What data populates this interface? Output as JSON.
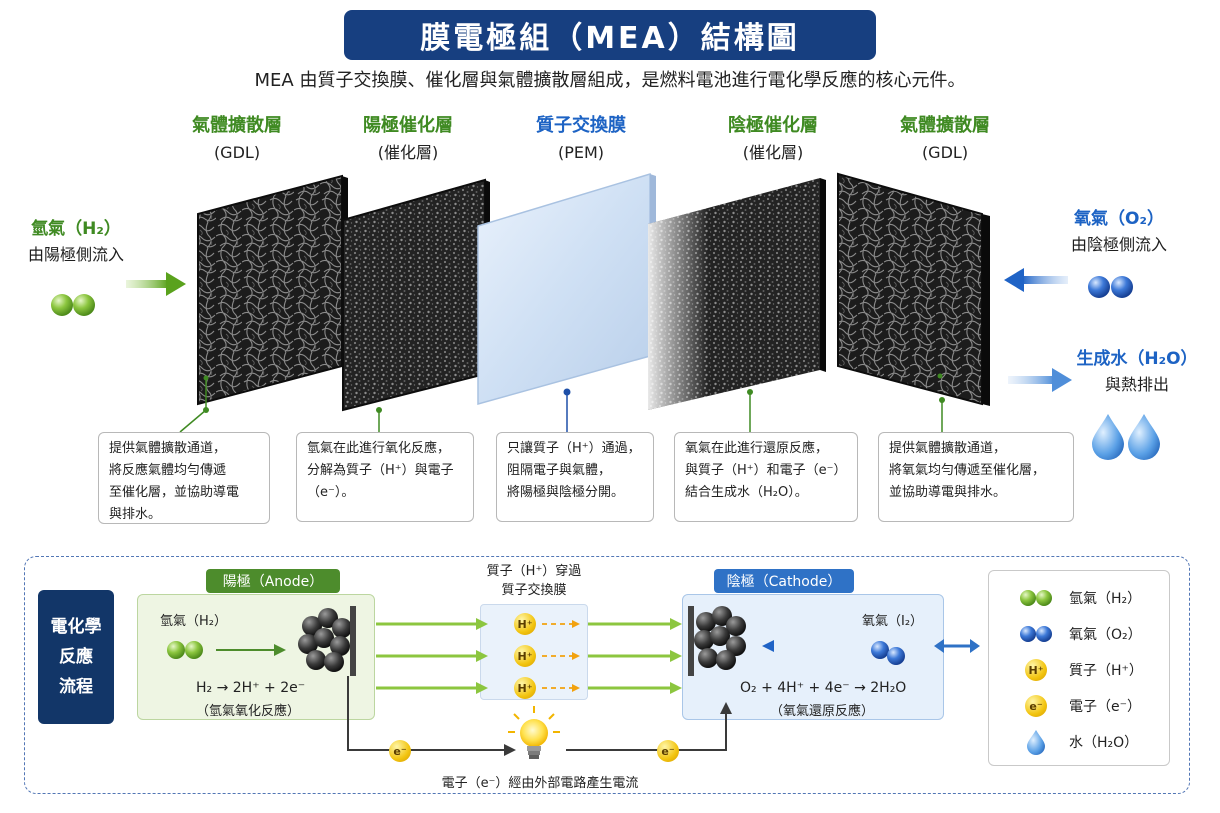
{
  "title": "膜電極組（MEA）結構圖",
  "subtitle": "MEA 由質子交換膜、催化層與氣體擴散層組成，是燃料電池進行電化學反應的核心元件。",
  "layers": [
    {
      "name": "氣體擴散層",
      "sub": "(GDL)",
      "color": "#3f8a22",
      "desc": "提供氣體擴散通道，\n將反應氣體均勻傳遞\n至催化層，並協助導電\n與排水。"
    },
    {
      "name": "陽極催化層",
      "sub": "(催化層)",
      "color": "#3f8a22",
      "desc": "氫氣在此進行氧化反應，\n分解為質子（H⁺）與電子\n（e⁻）。"
    },
    {
      "name": "質子交換膜",
      "sub": "(PEM)",
      "color": "#1d63c4",
      "desc": "只讓質子（H⁺）通過，\n阻隔電子與氣體，\n將陽極與陰極分開。"
    },
    {
      "name": "陰極催化層",
      "sub": "(催化層)",
      "color": "#3f8a22",
      "desc": "氧氣在此進行還原反應，\n與質子（H⁺）和電子（e⁻）\n結合生成水（H₂O）。"
    },
    {
      "name": "氣體擴散層",
      "sub": "(GDL)",
      "color": "#3f8a22",
      "desc": "提供氣體擴散通道，\n將氧氣均勻傳遞至催化層，\n並協助導電與排水。"
    }
  ],
  "inputs": {
    "h2_title": "氫氣（H₂）",
    "h2_sub": "由陽極側流入",
    "o2_title": "氧氣（O₂）",
    "o2_sub": "由陰極側流入",
    "water_title": "生成水（H₂O）",
    "water_sub": "與熱排出"
  },
  "flow": {
    "title": "電化學\n反應\n流程",
    "anode_tag": "陽極（Anode）",
    "cathode_tag": "陰極（Cathode）",
    "anode_gas": "氫氣（H₂）",
    "anode_eq": "H₂ → 2H⁺ + 2e⁻",
    "anode_note": "（氫氣氧化反應）",
    "pem_label_1": "質子（H⁺）穿過",
    "pem_label_2": "質子交換膜",
    "proton_symbol": "H⁺",
    "electron_symbol": "e⁻",
    "cathode_gas": "氧氣（I₂）",
    "cathode_eq": "O₂ + 4H⁺ + 4e⁻ → 2H₂O",
    "cathode_note": "（氧氣還原反應）",
    "circuit_label": "電子（e⁻）經由外部電路產生電流"
  },
  "legend": [
    {
      "icon": "hydrogen-molecule-icon",
      "label": "氫氣（H₂）"
    },
    {
      "icon": "oxygen-molecule-icon",
      "label": "氧氣（O₂）"
    },
    {
      "icon": "proton-icon",
      "label": "質子（H⁺）"
    },
    {
      "icon": "electron-icon",
      "label": "電子（e⁻）"
    },
    {
      "icon": "water-drop-icon",
      "label": "水（H₂O）"
    }
  ],
  "colors": {
    "navy": "#173f80",
    "green": "#3f8a22",
    "blue": "#1d63c4",
    "anode_bg": "#eef5e3",
    "cathode_bg": "#e6f0fb"
  }
}
